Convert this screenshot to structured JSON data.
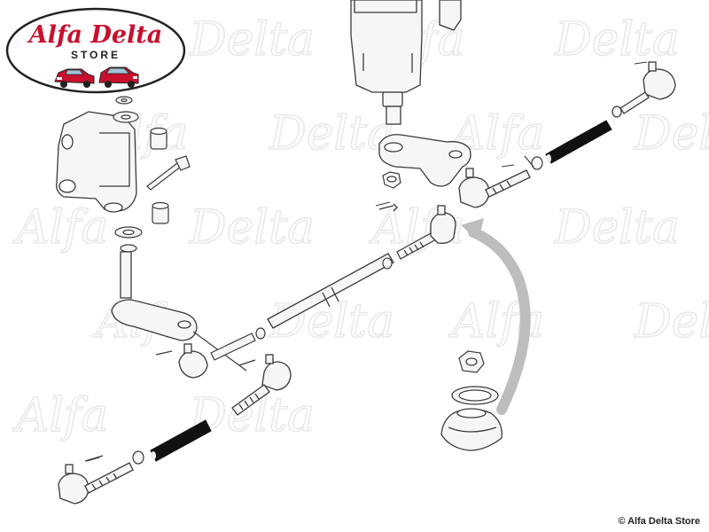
{
  "logo": {
    "brand": "Alfa Delta",
    "tagline": "STORE"
  },
  "watermark": {
    "words": [
      "Alfa",
      "Delta",
      "Alfa",
      "Delta",
      "Alfa",
      "Delta",
      "Alfa",
      "Delta",
      "Alfa",
      "Delta",
      "Alfa",
      "Delta",
      "Alfa",
      "Delta",
      "Alfa",
      "Delta",
      "Alfa",
      "Delta"
    ]
  },
  "footer": {
    "copyright": "© Alfa Delta Store"
  },
  "colors": {
    "logo_red": "#c8102e",
    "line_art": "#3a3a3a",
    "part_fill": "#f4f4f4",
    "highlight_tube": "#111111",
    "arrow_gray": "#bdbdbd",
    "watermark": "#e9e9e9"
  },
  "icons": [
    "car-red-icon",
    "car-red-coupe-icon"
  ]
}
